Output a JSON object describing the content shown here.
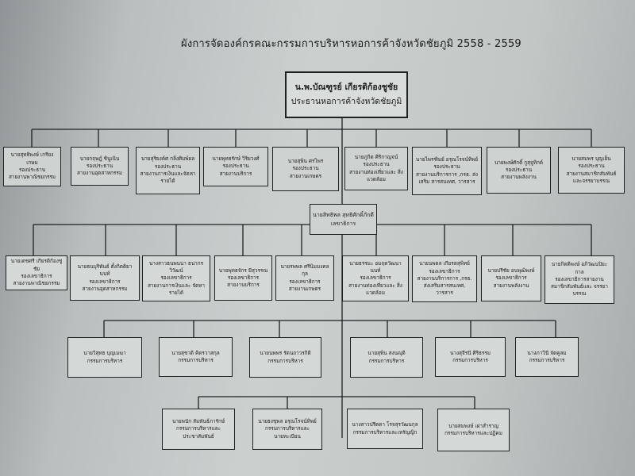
{
  "title": "ผังการจัดองค์กรคณะกรรมการบริหารหอการค้าจังหวัดชัยภูมิ  2558 - 2559",
  "president": {
    "name": "น.พ.บัณฑูรย์  เกียรติก้องชูชัย",
    "role": "ประธานหอการค้าจังหวัดชัยภูมิ"
  },
  "vice_presidents": [
    {
      "name": "นายสุทธิพงษ์ เกรียงเกษม",
      "role": "รองประธาน",
      "dept": "สายงานพาณิชยกรรม"
    },
    {
      "name": "นายกฤษฎ์ ชินูเนิน",
      "role": "รองประธาน",
      "dept": "สายงานอุตสาหกรรม"
    },
    {
      "name": "นายสุริยงค์ศ กลิ่งศิมพ์ผล",
      "role": "รองประธาน",
      "dept": "สายงานการเงินและจัดหา รายได้"
    },
    {
      "name": "นายพุทธรักษ์ วิริยวงศ์",
      "role": "รองประธาน",
      "dept": "สายงานบริการ"
    },
    {
      "name": "นายสุพิน ศรไพร",
      "role": "รองประธาน",
      "dept": "สายงานเกษตร"
    },
    {
      "name": "นายภูกิต ศิริกาญจน์",
      "role": "รองประธาน",
      "dept": "สายงานท่องเที่ยวและ สิ่งแวดล้อม"
    },
    {
      "name": "นายไพรฑิมย์ อรุณโรจน์ทิพย์",
      "role": "รองประธาน",
      "dept": "สายงานบริการการ ,กรธ. ส่งเสริม สารสนเทศ, วารสาร"
    },
    {
      "name": "นายพงษ์ศักดิ์ กูสุจูทิกต์",
      "role": "รองประธาน",
      "dept": "สายงานพลังงาน"
    },
    {
      "name": "นายสมพร บุญเย็น",
      "role": "รองประธาน",
      "dept": "สายงานสมาชิกสัมพันธ์ และจรรยาบรรณ"
    }
  ],
  "secretary_general": {
    "name": "นายสิทธิพล สุทธิศักดิ์ภักดี",
    "role": "เลขาธิการ"
  },
  "deputy_secretaries": [
    {
      "name": "นายเดชศรี เกียรติก้องชูชัย",
      "role": "รองเลขาธิการ",
      "dept": "สายงานพาณิชยกรรม"
    },
    {
      "name": "นายธนบุริพันธ์ ตั้งกิตติยานนท์",
      "role": "รองเลขาธิการ",
      "dept": "สายงานอุตสาหกรรม"
    },
    {
      "name": "นางสาวธนพนนา ธนากรวิวัฒน์",
      "role": "รองเลขาธิการ",
      "dept": "สายงานการเงินและ จัดหารายได้"
    },
    {
      "name": "นายพุทธจักร มีสุวรรณ",
      "role": "รองเลขาธิการ",
      "dept": "สายงานบริการ"
    },
    {
      "name": "นายรพพล ศรีนิมมงคลกุล",
      "role": "รองเลขาธิการ",
      "dept": "สายงานเกษตร"
    },
    {
      "name": "นายธรรมะ อมฤตวัฒนานนท์",
      "role": "รองเลขาธิการ",
      "dept": "สายงานท่องเที่ยวและ สิ่งแวดล้อม"
    },
    {
      "name": "นายนพดล เกียรตสุพิทย์",
      "role": "รองเลขาธิการ",
      "dept": "สายงานบริการการ ,กรธ. ส่งเสริมสารสนเทศ, วารสาร"
    },
    {
      "name": "นายปรีชัย อนพุฒิพงษ์",
      "role": "รองเลขาธิการ",
      "dept": "สายงานพลังงาน"
    },
    {
      "name": "นายกิตติพงษ์ อภิวัฒนปิยะกาล",
      "role": "รองเลขาธิการสายงาน",
      "dept": "สมาชิกสัมพันธ์และ จรรยาบรรณ"
    }
  ],
  "committee_row1": [
    {
      "name": "นายวิสุทธ บุญเมฆา",
      "role": "กรรมการบริหาร"
    },
    {
      "name": "นายสุชาติ คิดรวาสกุล",
      "role": "กรรมการบริหาร"
    },
    {
      "name": "นายนพพร รัตนถาวรกิติ",
      "role": "กรรมการบริหาร"
    },
    {
      "name": "นายสุพิน สงนญุติ",
      "role": "กรรมการบริหาร"
    },
    {
      "name": "นางสุจีรนี ศิริธรรม",
      "role": "กรรมการบริหาร"
    },
    {
      "name": "นางภาวินี จัดคูลม",
      "role": "กรรมการบริหาร"
    }
  ],
  "committee_row2": [
    {
      "name": "นายพนัก สัมพันธ์ภารักษ์",
      "role": "กรรมการบริหารและ",
      "dept": "ประชาสัมพันธ์"
    },
    {
      "name": "นายธงชุพล อรุณโรจน์ทิพย์",
      "role": "กรรมการบริหารและ",
      "dept": "นายทะเบียน"
    },
    {
      "name": "นางสาวปรีดดา โรจสุรวัฒนกุล",
      "role": "กรรมการบริหารและเหรัญญิก"
    },
    {
      "name": "นายสมพงษ์ เผ่าสำราญ",
      "role": "กรรมการบริหารและปฏิคม"
    }
  ]
}
